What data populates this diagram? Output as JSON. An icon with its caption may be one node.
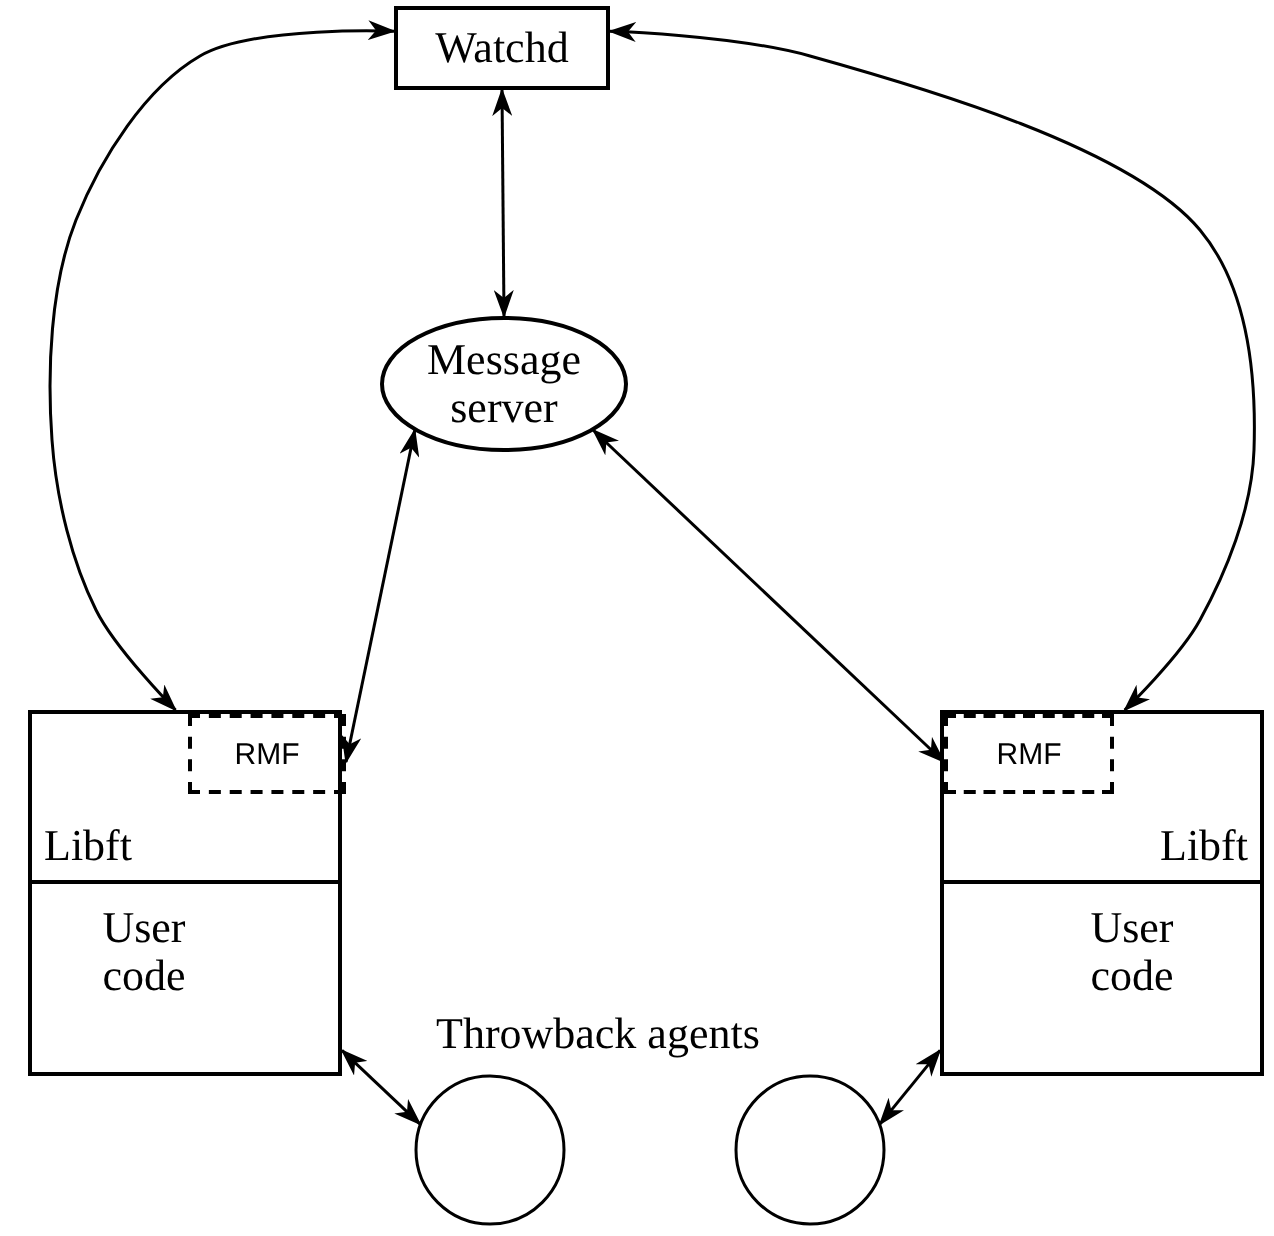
{
  "diagram": {
    "nodes": [
      {
        "text": [
          "Watchd"
        ]
      },
      {
        "text": [
          "Message server"
        ]
      },
      {
        "text": [
          "Libft",
          "User code"
        ]
      },
      {
        "text": [
          "RMF"
        ],
        "in": 2
      },
      {
        "text": [
          "Libft",
          "User code"
        ]
      },
      {
        "text": [
          "RMF"
        ],
        "in": 4
      },
      {
        "text": [],
        "shape": "circle"
      },
      {
        "text": [],
        "shape": "circle"
      }
    ],
    "edges": [
      {
        "from": 0,
        "to": 2,
        "arrow": "both"
      },
      {
        "from": 0,
        "to": 4,
        "arrow": "both"
      },
      {
        "from": 0,
        "to": 1,
        "arrow": "both"
      },
      {
        "from": 1,
        "to": 3,
        "arrow": "both"
      },
      {
        "from": 1,
        "to": 5,
        "arrow": "both"
      },
      {
        "from": 2,
        "to": 6,
        "arrow": "both"
      },
      {
        "from": 4,
        "to": 7,
        "arrow": "both"
      }
    ],
    "labels": [
      "Throwback agents"
    ]
  }
}
